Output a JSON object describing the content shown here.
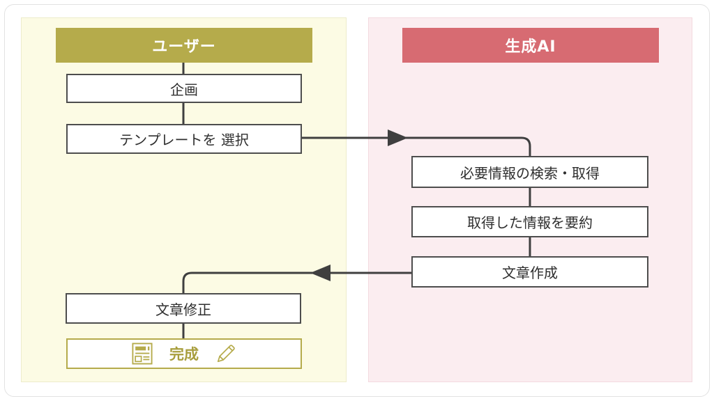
{
  "diagram": {
    "type": "flowchart",
    "lanes": {
      "user": {
        "title": "ユーザー",
        "accent_color": "#B5AB4B",
        "panel_bg": "#FCFBE4",
        "steps": {
          "plan": "企画",
          "template": "テンプレートを 選択",
          "revise": "文章修正",
          "done": "完成"
        }
      },
      "ai": {
        "title": "生成AI",
        "accent_color": "#D76B72",
        "panel_bg": "#FBEDF0",
        "steps": {
          "search": "必要情報の検索・取得",
          "summarize": "取得した情報を要約",
          "write": "文章作成"
        }
      }
    },
    "flow_order": [
      "ユーザー:企画",
      "ユーザー:テンプレートを 選択",
      "生成AI:必要情報の検索・取得",
      "生成AI:取得した情報を要約",
      "生成AI:文章作成",
      "ユーザー:文章修正",
      "ユーザー:完成"
    ],
    "icons": {
      "done_left": "newspaper-document-icon",
      "done_right": "pencil-icon"
    },
    "colors": {
      "connector": "#3F3F3F",
      "box_border": "#4D4D4D",
      "box_text": "#2E2E2E",
      "header_text": "#FFFFFF",
      "page_bg": "#FFFFFF"
    }
  }
}
